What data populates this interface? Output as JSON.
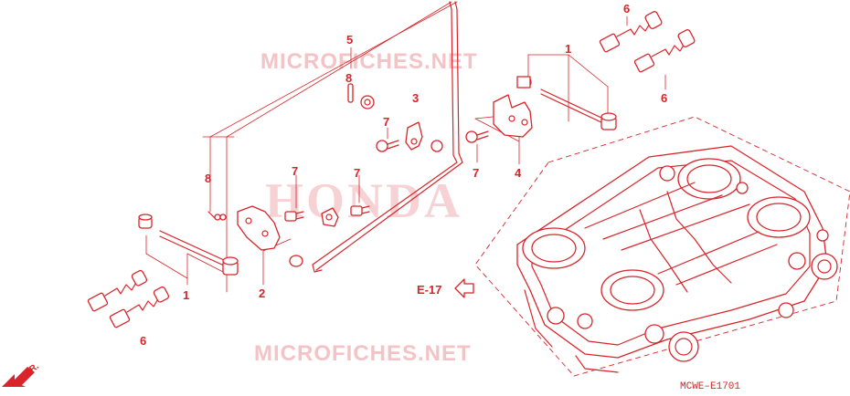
{
  "watermarks": {
    "top": "MICROFICHES.NET",
    "center": "HONDA",
    "bottom": "MICROFICHES.NET"
  },
  "callouts": [
    {
      "id": "c1a",
      "label": "1"
    },
    {
      "id": "c1b",
      "label": "1"
    },
    {
      "id": "c2",
      "label": "2"
    },
    {
      "id": "c3",
      "label": "3"
    },
    {
      "id": "c4",
      "label": "4"
    },
    {
      "id": "c5",
      "label": "5"
    },
    {
      "id": "c6a",
      "label": "6"
    },
    {
      "id": "c6b",
      "label": "6"
    },
    {
      "id": "c6c",
      "label": "6"
    },
    {
      "id": "c7a",
      "label": "7"
    },
    {
      "id": "c7b",
      "label": "7"
    },
    {
      "id": "c7c",
      "label": "7"
    },
    {
      "id": "c7d",
      "label": "7"
    },
    {
      "id": "c8a",
      "label": "8"
    },
    {
      "id": "c8b",
      "label": "8"
    }
  ],
  "reference": {
    "label": "E-17"
  },
  "front_marker": {
    "label": "FR."
  },
  "diagram_code": "MCWE–E1701",
  "colors": {
    "line": "#d8242a",
    "watermark": "#f4c3c6",
    "background": "#ffffff"
  }
}
